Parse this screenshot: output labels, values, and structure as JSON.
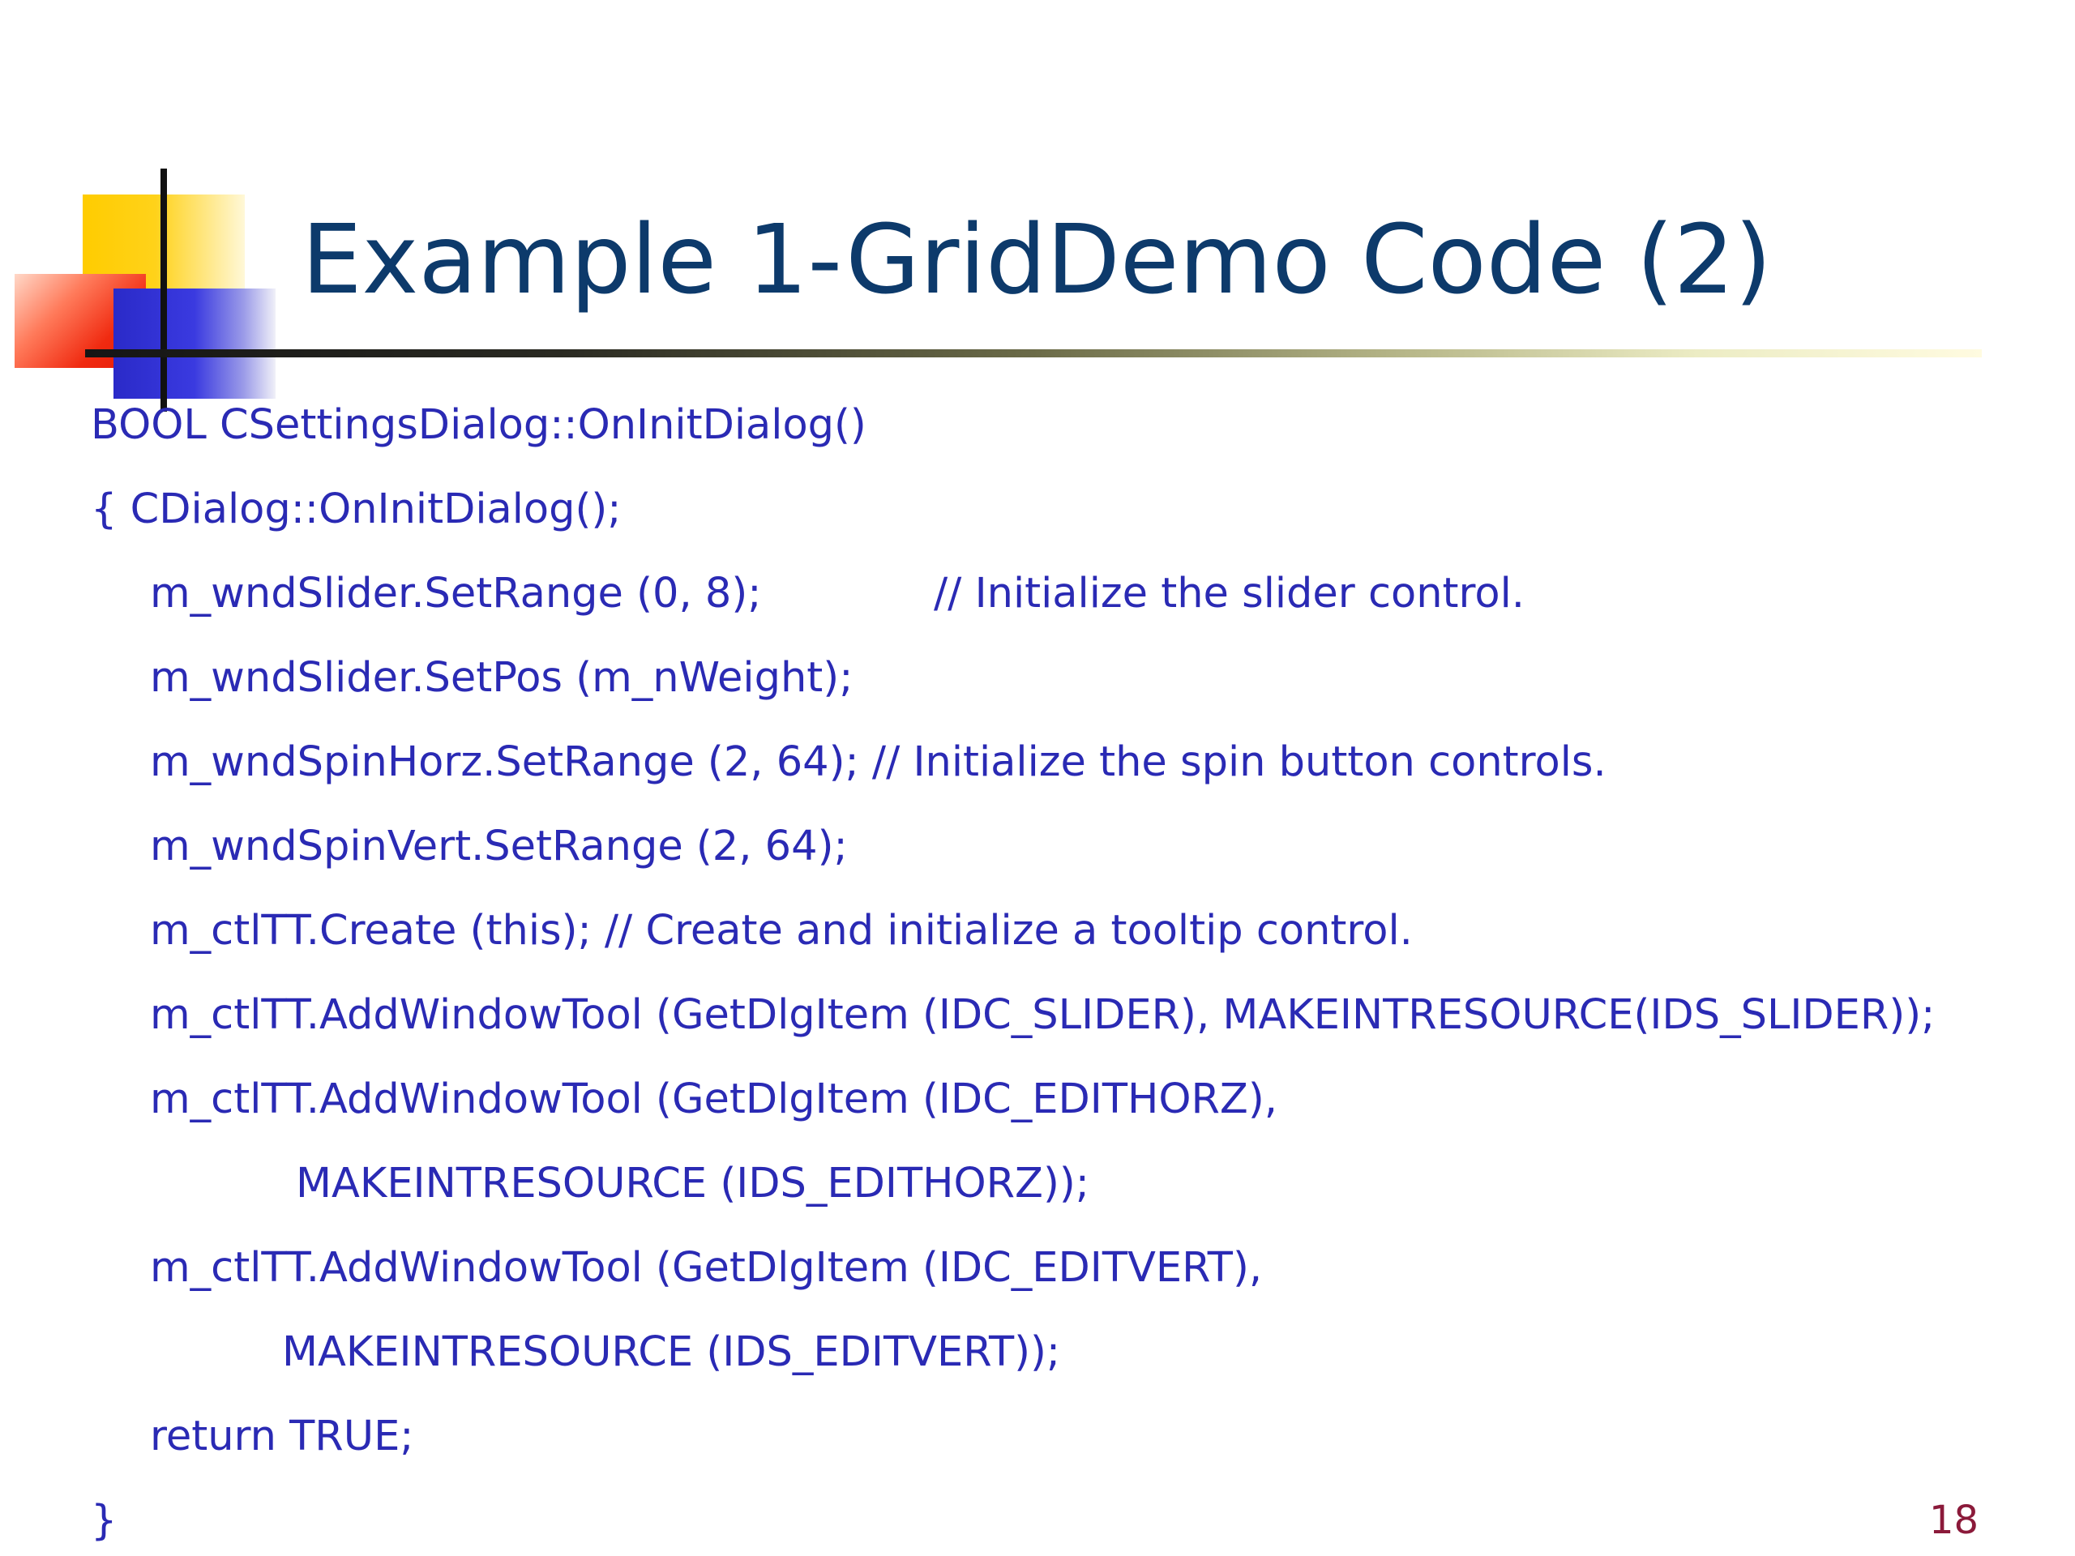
{
  "slide": {
    "title": "Example 1-GridDemo Code (2)",
    "code_lines": [
      "BOOL CSettingsDialog::OnInitDialog()",
      "{   CDialog::OnInitDialog();",
      "m_wndSlider.SetRange (0, 8);",
      "// Initialize the slider control.",
      "m_wndSlider.SetPos (m_nWeight);",
      "m_wndSpinHorz.SetRange (2, 64); // Initialize the spin button controls.",
      "m_wndSpinVert.SetRange (2, 64);",
      "m_ctlTT.Create (this); // Create and initialize a tooltip control.",
      "m_ctlTT.AddWindowTool (GetDlgItem (IDC_SLIDER), MAKEINTRESOURCE(IDS_SLIDER));",
      "m_ctlTT.AddWindowTool (GetDlgItem (IDC_EDITHORZ),",
      "MAKEINTRESOURCE (IDS_EDITHORZ));",
      "m_ctlTT.AddWindowTool (GetDlgItem (IDC_EDITVERT),",
      "MAKEINTRESOURCE (IDS_EDITVERT));",
      "return TRUE;",
      "}"
    ],
    "page_number": "18"
  },
  "colors": {
    "title": "#0d3a6b",
    "code_text": "#2a2ab4",
    "page_number": "#8b1a3a",
    "accent_yellow": "#ffcc00",
    "accent_red": "#f02a10",
    "accent_blue": "#2a2ac8"
  },
  "icons": {
    "logo": "colored-squares-logo"
  }
}
